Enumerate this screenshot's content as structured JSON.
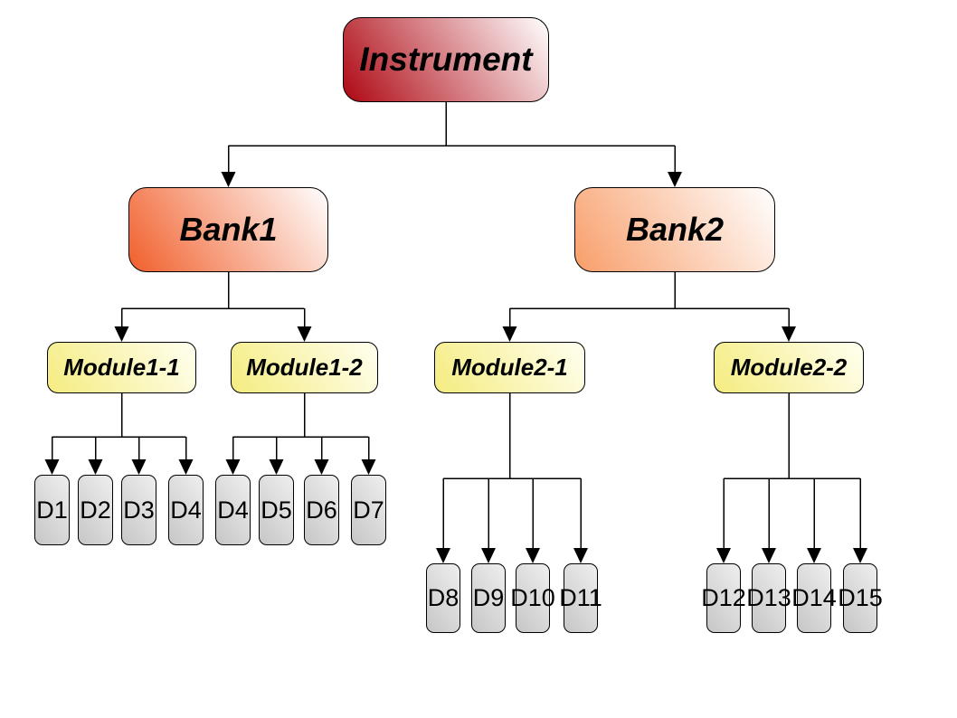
{
  "colors": {
    "instrument_from": "#ae0712",
    "instrument_to": "#ffffff",
    "bank1_from": "#f15f2b",
    "bank2_from": "#f89e6a",
    "bank_to": "#ffffff",
    "module_from": "#f5ec80",
    "module_to": "#fffff0",
    "device_from": "#c6c6c6",
    "device_to": "#efefef",
    "connector": "#000000",
    "text": "#000000",
    "page_bg": "#ffffff"
  },
  "nodes": {
    "instrument": {
      "label": "Instrument"
    },
    "bank1": {
      "label": "Bank1"
    },
    "bank2": {
      "label": "Bank2"
    },
    "module1_1": {
      "label": "Module1-1"
    },
    "module1_2": {
      "label": "Module1-2"
    },
    "module2_1": {
      "label": "Module2-1"
    },
    "module2_2": {
      "label": "Module2-2"
    },
    "d1": {
      "label": "D1"
    },
    "d2": {
      "label": "D2"
    },
    "d3": {
      "label": "D3"
    },
    "d4a": {
      "label": "D4"
    },
    "d4b": {
      "label": "D4"
    },
    "d5": {
      "label": "D5"
    },
    "d6": {
      "label": "D6"
    },
    "d7": {
      "label": "D7"
    },
    "d8": {
      "label": "D8"
    },
    "d9": {
      "label": "D9"
    },
    "d10": {
      "label": "D10"
    },
    "d11": {
      "label": "D11"
    },
    "d12": {
      "label": "D12"
    },
    "d13": {
      "label": "D13"
    },
    "d14": {
      "label": "D14"
    },
    "d15": {
      "label": "D15"
    }
  },
  "hierarchy": {
    "root": "Instrument",
    "children": [
      {
        "name": "Bank1",
        "children": [
          {
            "name": "Module1-1",
            "children": [
              "D1",
              "D2",
              "D3",
              "D4"
            ]
          },
          {
            "name": "Module1-2",
            "children": [
              "D4",
              "D5",
              "D6",
              "D7"
            ]
          }
        ]
      },
      {
        "name": "Bank2",
        "children": [
          {
            "name": "Module2-1",
            "children": [
              "D8",
              "D9",
              "D10",
              "D11"
            ]
          },
          {
            "name": "Module2-2",
            "children": [
              "D12",
              "D13",
              "D14",
              "D15"
            ]
          }
        ]
      }
    ]
  }
}
